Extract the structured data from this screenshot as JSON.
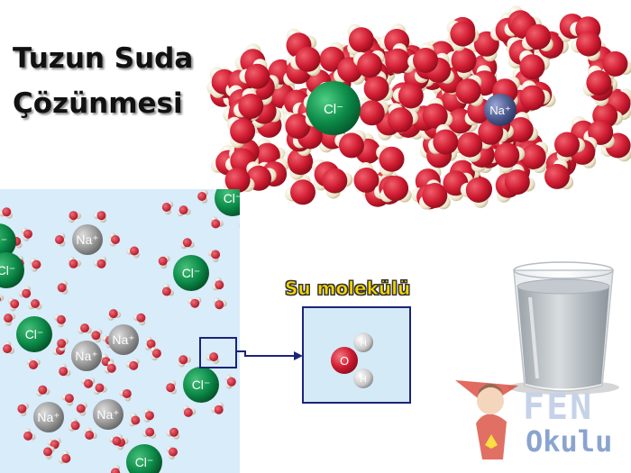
{
  "title": {
    "line1": "Tuzun Suda",
    "line2": "Çözünmesi"
  },
  "cluster_ions": [
    {
      "symbol": "Cl⁻",
      "color": "#0a8a4a"
    },
    {
      "symbol": "Na⁺",
      "color": "#4f5b8e"
    }
  ],
  "solution_ions": [
    "Na⁺",
    "Cl⁻",
    "Cl⁻",
    "Na⁺",
    "Cl⁻",
    "Cl⁻",
    "Na⁺",
    "Cl⁻",
    "Cl⁻",
    "Na⁺",
    "Cl⁻",
    "Na⁺"
  ],
  "water_molecule": {
    "label": "Su molekülü",
    "oxygen": "O",
    "hydrogen": "H"
  },
  "logo": {
    "line1": "FEN",
    "line2": "Okulu"
  },
  "colors": {
    "oxygen": "#d11c32",
    "hydrogen": "#efe7cc",
    "chloride": "#0c8a48",
    "sodium": "#9a9a9a",
    "solution_bg": "#d8ecf9",
    "frame": "#1c237a",
    "label": "#f7d500"
  }
}
